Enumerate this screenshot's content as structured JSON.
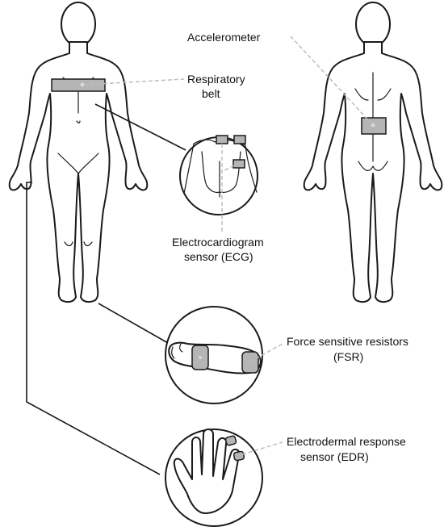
{
  "labels": {
    "accelerometer": "Accelerometer",
    "respiratory_line1": "Respiratory",
    "respiratory_line2": "belt",
    "ecg_line1": "Electrocardiogram",
    "ecg_line2": "sensor (ECG)",
    "fsr_line1": "Force sensitive resistors",
    "fsr_line2": "(FSR)",
    "edr_line1": "Electrodermal response",
    "edr_line2": "sensor (EDR)"
  },
  "colors": {
    "sensor_fill": "#b5b5b5",
    "outline": "#1a1a1a",
    "leader": "#bdbdbd"
  }
}
